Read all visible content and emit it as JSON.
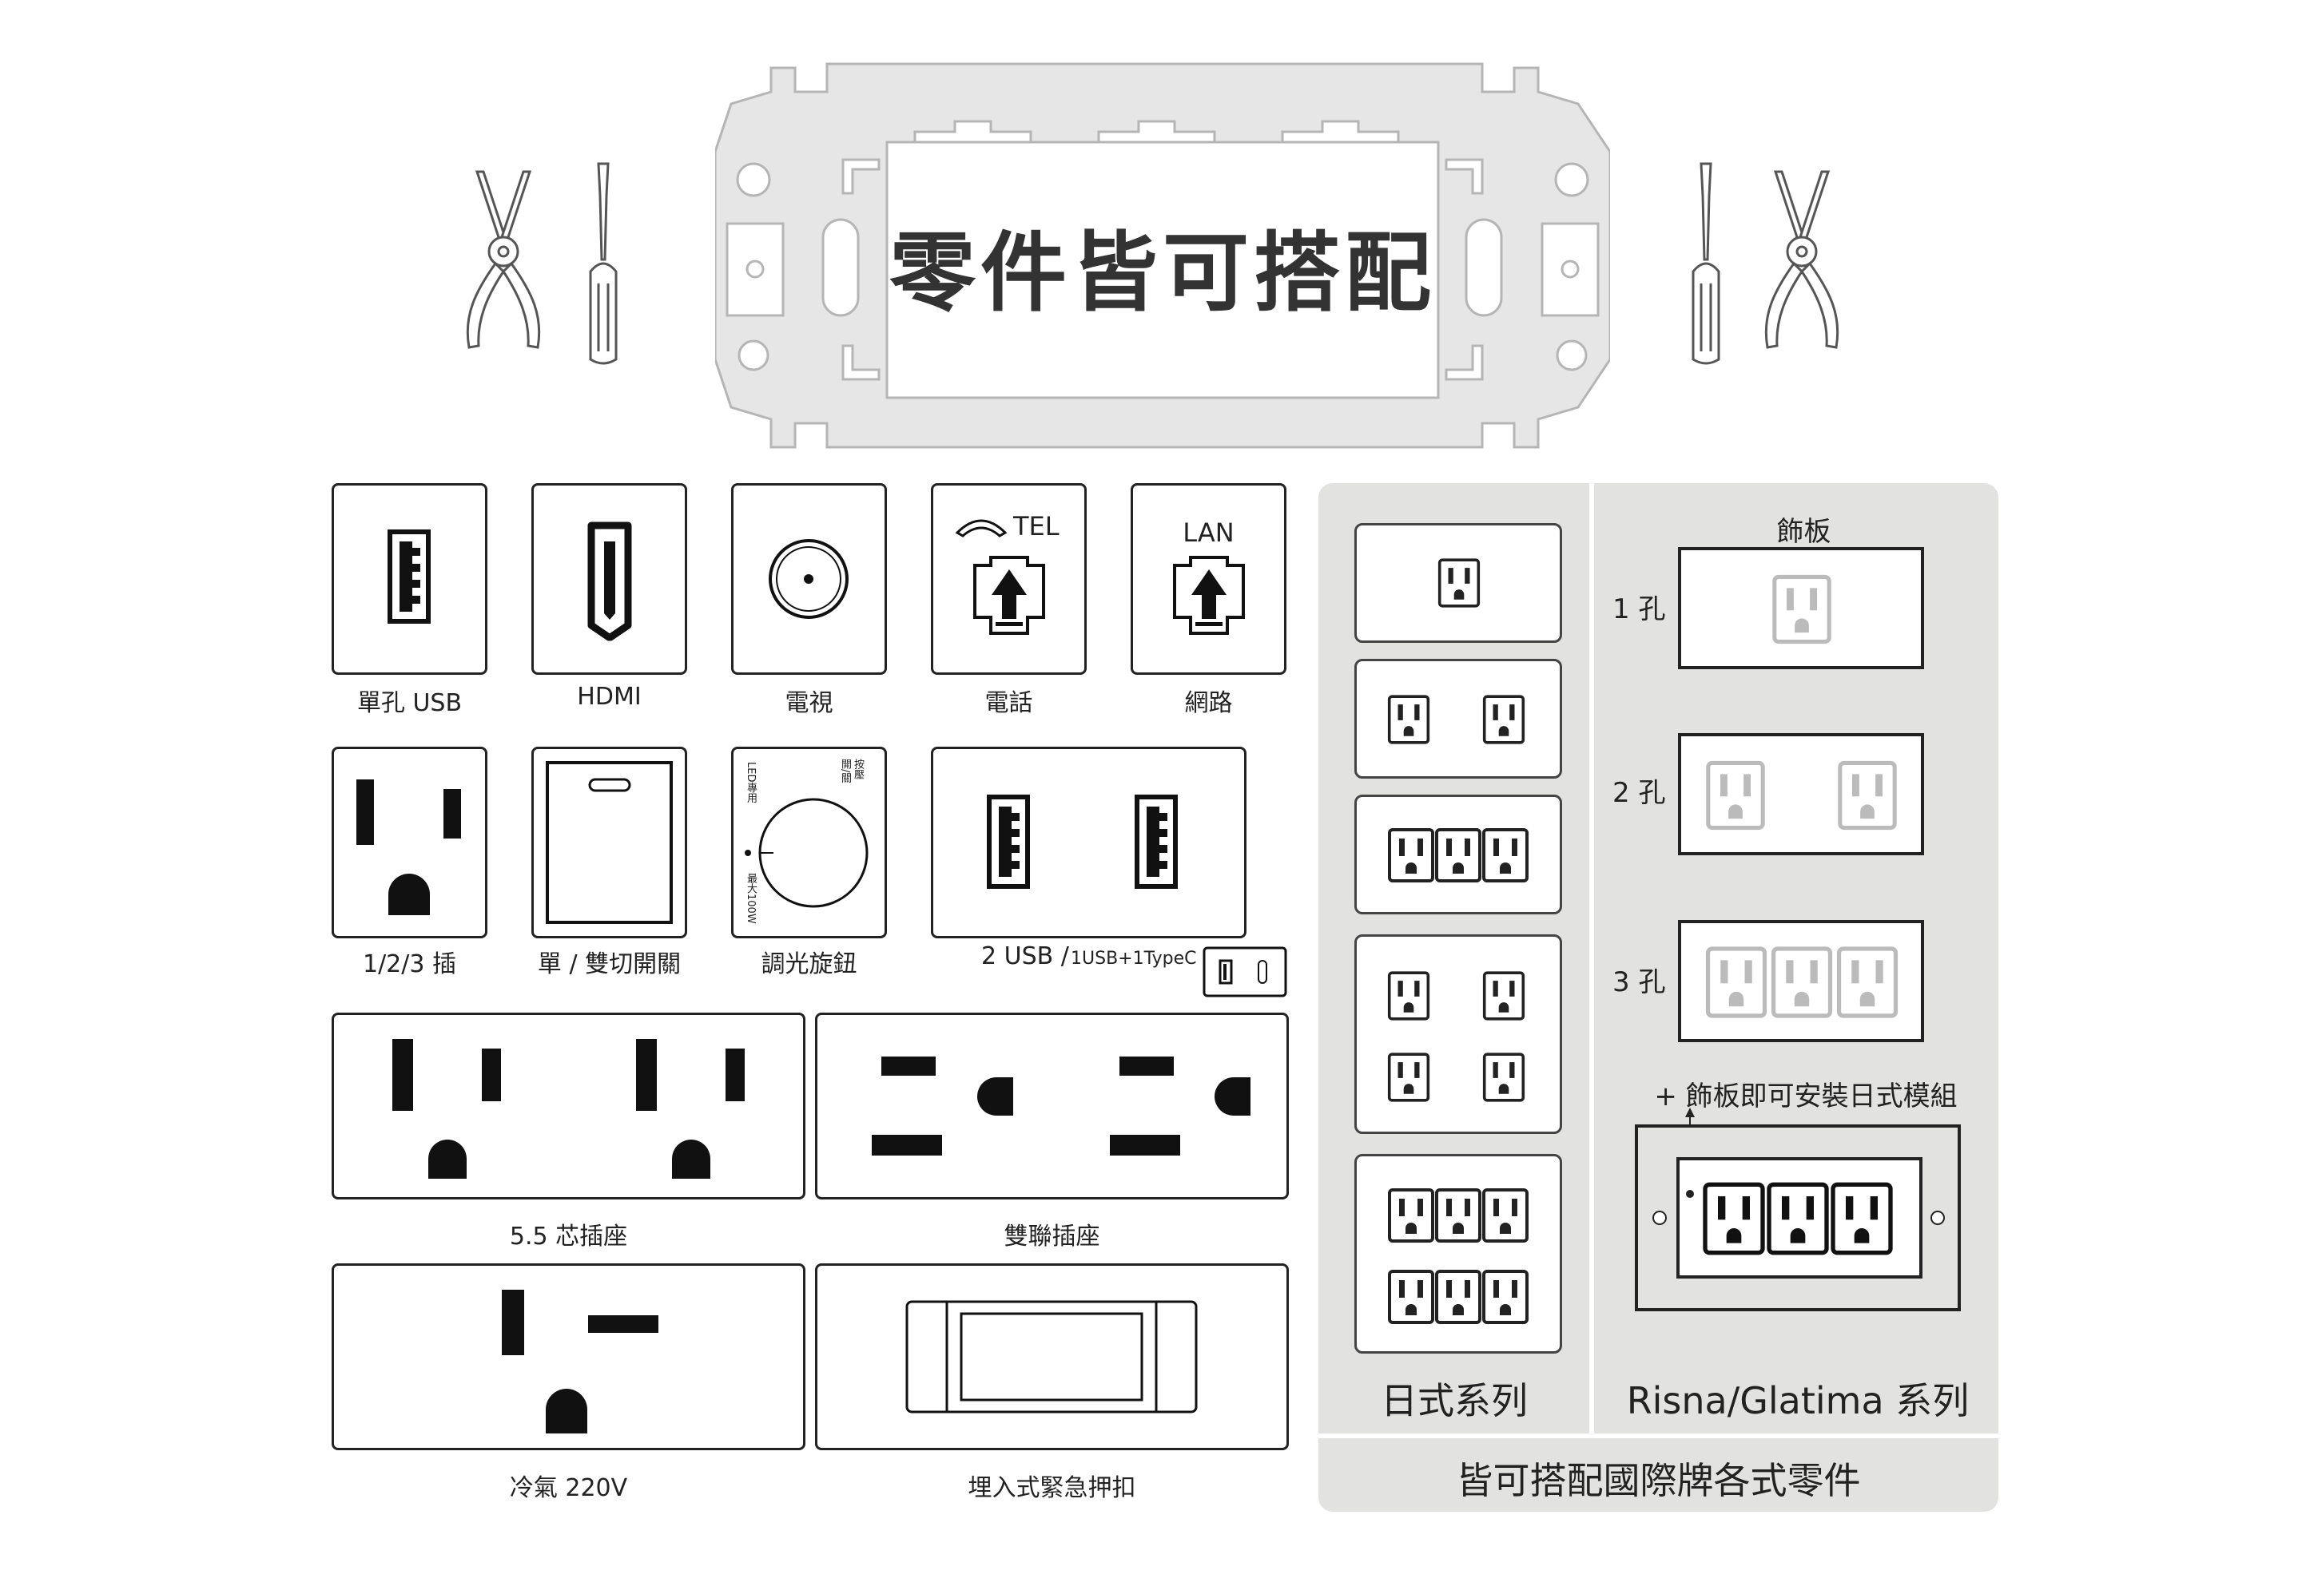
{
  "header": {
    "title": "零件皆可搭配"
  },
  "tools": [
    "pliers-icon",
    "screwdriver-icon"
  ],
  "parts": {
    "usb_single": "單孔 USB",
    "hdmi": "HDMI",
    "tv": "電視",
    "phone": "電話",
    "phone_tag": "TEL",
    "network": "網路",
    "network_tag": "LAN",
    "outlet": "1/2/3 插",
    "switch": "單 / 雙切開關",
    "dimmer": "調光旋鈕",
    "dimmer_led": "LED專用",
    "dimmer_onoff_1": "按壓",
    "dimmer_onoff_2": "開/關",
    "dimmer_max": "最大100W",
    "usb_dual_main": "2 USB /",
    "usb_dual_sub": "1USB+1TypeC",
    "outlet55": "5.5 芯插座",
    "duplex": "雙聯插座",
    "ac220": "冷氣 220V",
    "emergency": "埋入式緊急押扣"
  },
  "panel": {
    "japan_series": "日式系列",
    "risna_series": "Risna/Glatima 系列",
    "footer": "皆可搭配國際牌各式零件",
    "plate_header": "飾板",
    "row1": "1 孔",
    "row2": "2 孔",
    "row3": "3 孔",
    "module_note": "+ 飾板即可安裝日式模組"
  },
  "colors": {
    "ink": "#222222",
    "panel_bg": "#e2e2e1",
    "frame": "#e6e6e6",
    "frame_line": "#b5b5b5",
    "faded": "#bbbbbb"
  }
}
